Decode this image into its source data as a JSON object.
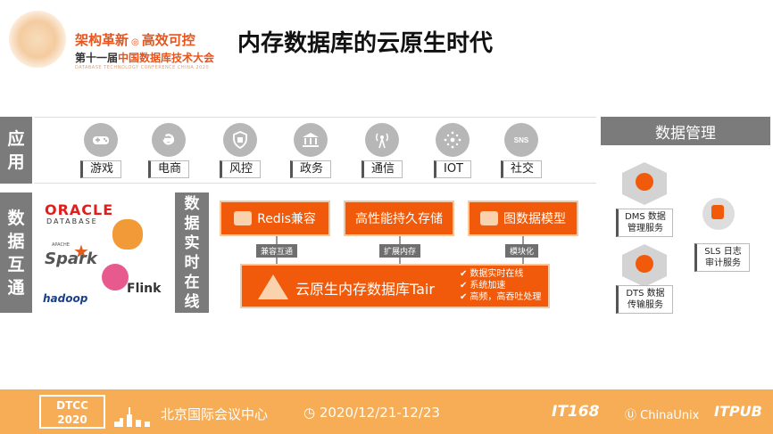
{
  "header": {
    "slogan_left": "架构革新",
    "slogan_right": "高效可控",
    "conf_prefix": "第十一届",
    "conf_name": "中国数据库技术大会",
    "conf_en": "DATABASE TECHNOLOGY CONFERENCE CHINA 2020",
    "title": "内存数据库的云原生时代"
  },
  "rows": {
    "apps_label": [
      "应",
      "用"
    ],
    "interop_label": [
      "数",
      "据",
      "互",
      "通"
    ],
    "realtime_label": [
      "数",
      "据",
      "实",
      "时",
      "在",
      "线"
    ]
  },
  "apps": [
    {
      "label": "游戏",
      "icon": "gamepad-icon"
    },
    {
      "label": "电商",
      "icon": "ecommerce-icon"
    },
    {
      "label": "风控",
      "icon": "shield-icon"
    },
    {
      "label": "政务",
      "icon": "government-icon"
    },
    {
      "label": "通信",
      "icon": "antenna-icon"
    },
    {
      "label": "IOT",
      "icon": "iot-icon"
    },
    {
      "label": "社交",
      "icon": "sns-icon"
    }
  ],
  "apps_sns_text": "SNS",
  "logos": {
    "oracle": "ORACLE",
    "database": "DATABASE",
    "apache": "APACHE",
    "spark": "Spark",
    "hadoop": "hadoop",
    "flink": "Flink"
  },
  "boxes": {
    "redis": "Redis兼容",
    "persistent": "高性能持久存储",
    "graph": "图数据模型",
    "tair": "云原生内存数据库Tair"
  },
  "tags": {
    "compat": "兼容互通",
    "expand": "扩展内存",
    "modular": "模块化"
  },
  "tair_features": [
    "数据实时在线",
    "系统加速",
    "高频，高吞吐处理"
  ],
  "data_mgmt": {
    "title": "数据管理",
    "dms": [
      "DMS 数据",
      "管理服务"
    ],
    "dts": [
      "DTS 数据",
      "传输服务"
    ],
    "sls": [
      "SLS 日志",
      "审计服务"
    ]
  },
  "footer": {
    "dtcc": "DTCC",
    "year": "2020",
    "location": "北京国际会议中心",
    "date": "2020/12/21-12/23",
    "sponsor1": "IT168",
    "sponsor2": "ChinaUnix",
    "sponsor3": "ITPUB"
  }
}
